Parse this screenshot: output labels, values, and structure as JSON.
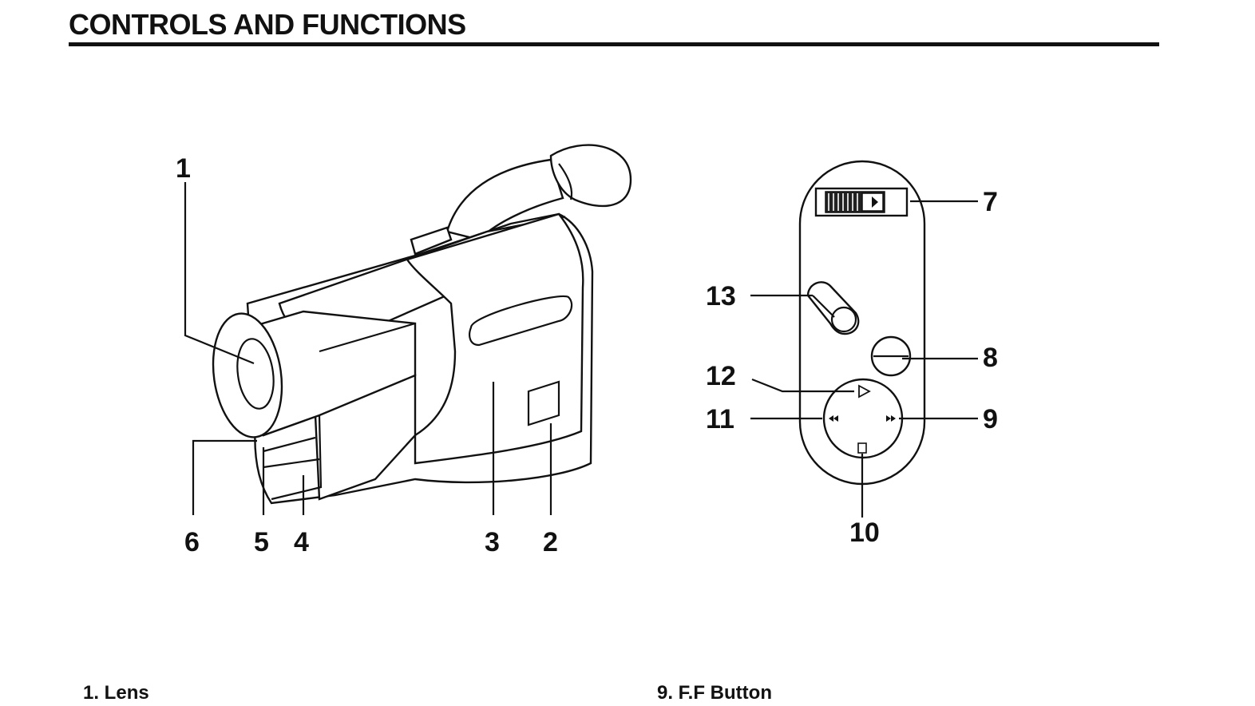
{
  "title": "CONTROLS AND FUNCTIONS",
  "callouts": {
    "c1": "1",
    "c2": "2",
    "c3": "3",
    "c4": "4",
    "c5": "5",
    "c6": "6",
    "c7": "7",
    "c8": "8",
    "c9": "9",
    "c10": "10",
    "c11": "11",
    "c12": "12",
    "c13": "13"
  },
  "captions": {
    "left": "1. Lens",
    "right": "9. F.F Button"
  }
}
